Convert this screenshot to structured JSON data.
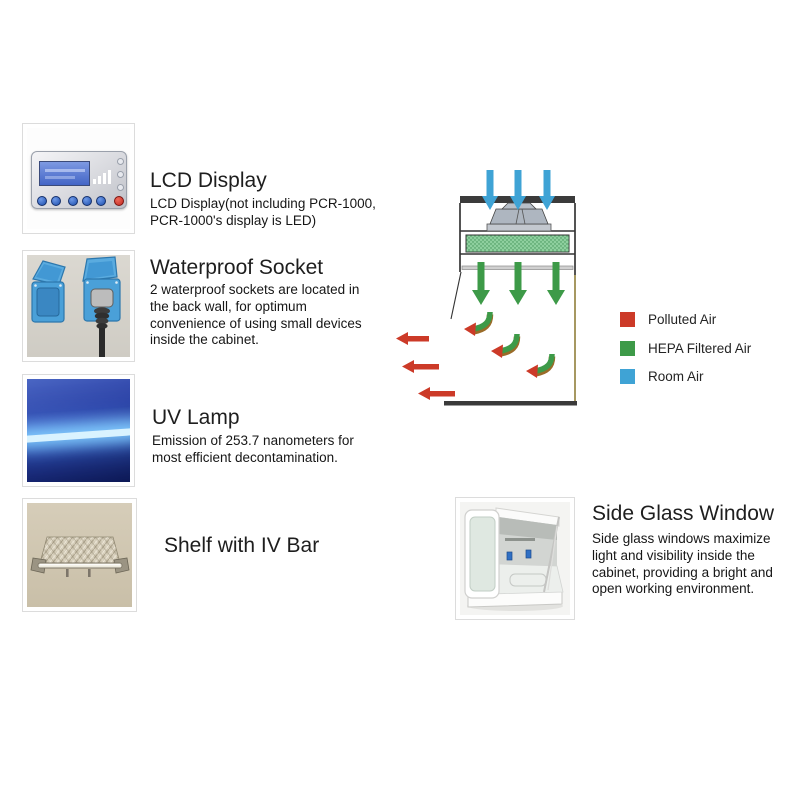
{
  "features": [
    {
      "title": "LCD Display",
      "description": "LCD Display(not including PCR-1000, PCR-1000's display is LED)",
      "image": "lcd-control-panel-photo"
    },
    {
      "title": "Waterproof Socket",
      "description": "2 waterproof sockets are located in the back wall, for optimum convenience of using small devices inside the cabinet.",
      "image": "waterproof-sockets-photo"
    },
    {
      "title": "UV Lamp",
      "description": "Emission of 253.7 nanometers for most efficient decontamination.",
      "image": "uv-lamp-photo"
    },
    {
      "title": "Shelf with IV Bar",
      "description": "",
      "image": "shelf-with-iv-bar-photo"
    },
    {
      "title": "Side Glass Window",
      "description": "Side glass windows maximize light and visibility inside the cabinet, providing a bright and open working environment.",
      "image": "cabinet-side-glass-photo"
    }
  ],
  "airflow_legend": [
    {
      "label": "Polluted Air",
      "color": "#cc3a28"
    },
    {
      "label": "HEPA Filtered Air",
      "color": "#3d9a48"
    },
    {
      "label": "Room Air",
      "color": "#3fa3d5"
    }
  ],
  "colors": {
    "polluted-air": "#cc3a28",
    "hepa-air": "#3d9a48",
    "room-air": "#3fa3d5",
    "hepa-filter": "#8ecf9e",
    "heading-text": "#1e1e1e",
    "body-text": "#161616"
  }
}
